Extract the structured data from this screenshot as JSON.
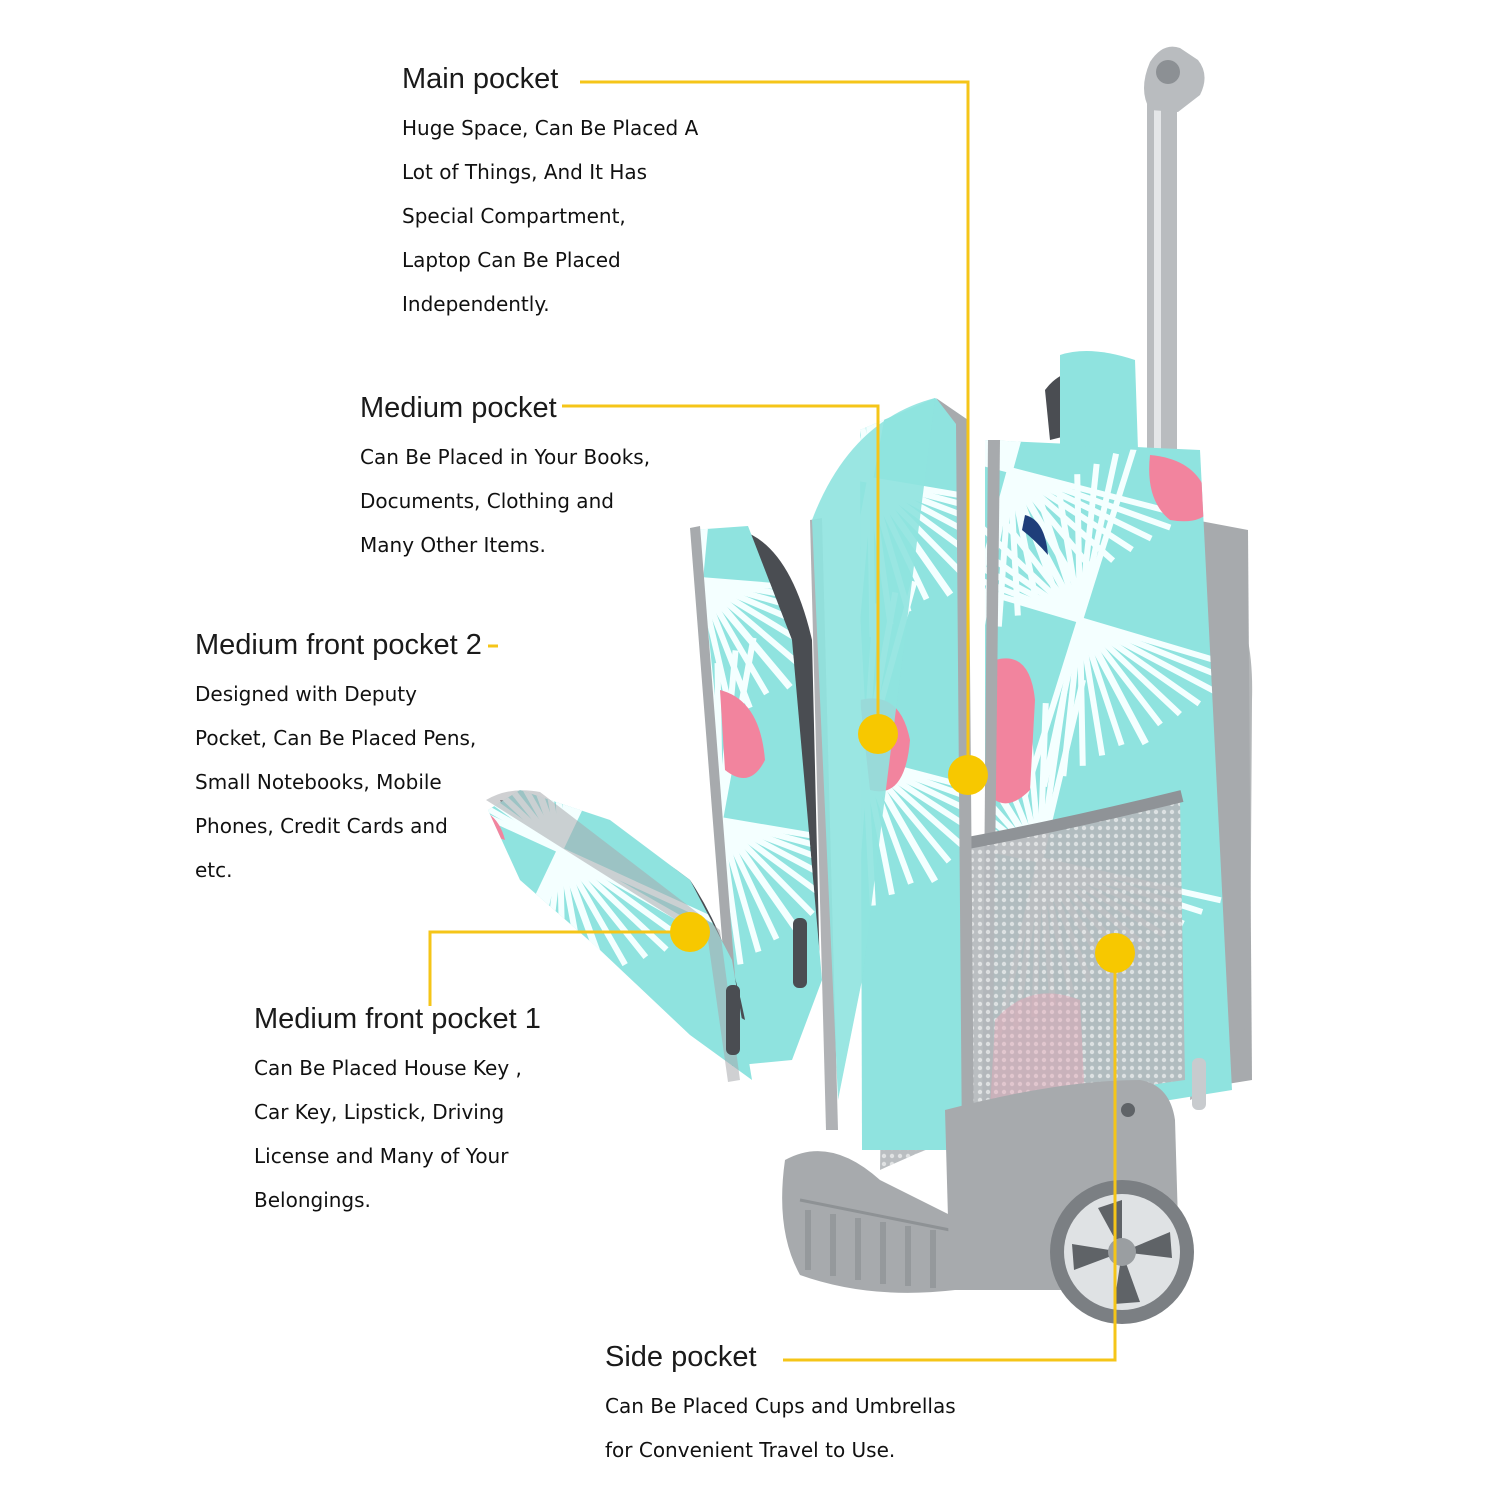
{
  "colors": {
    "leader": "#f5c518",
    "marker": "#f7c800",
    "fabric": "#8fe3df",
    "stripe": "#f4ffff",
    "flamingo": "#f2849e",
    "gray": "#a7aaad",
    "dark_gray": "#4a4d52",
    "metal": "#b9bcbf"
  },
  "callouts": [
    {
      "id": "main",
      "title": "Main pocket",
      "lines": [
        "Huge Space, Can Be Placed A",
        "Lot of Things, And It Has",
        "Special Compartment,",
        "Laptop Can Be Placed",
        "Independently."
      ]
    },
    {
      "id": "medium",
      "title": "Medium pocket",
      "lines": [
        "Can Be Placed in Your Books,",
        "Documents, Clothing and",
        "Many Other Items."
      ]
    },
    {
      "id": "front2",
      "title": "Medium front pocket 2",
      "lines": [
        "Designed with Deputy",
        "Pocket, Can Be Placed Pens,",
        "Small Notebooks, Mobile",
        "Phones, Credit Cards and",
        "etc."
      ]
    },
    {
      "id": "front1",
      "title": "Medium front pocket 1",
      "lines": [
        "Can Be Placed House Key ,",
        "Car Key, Lipstick, Driving",
        "License and Many of Your",
        "Belongings."
      ]
    },
    {
      "id": "side",
      "title": "Side pocket",
      "lines": [
        "Can Be Placed Cups and Umbrellas",
        "for Convenient Travel to Use."
      ]
    }
  ]
}
